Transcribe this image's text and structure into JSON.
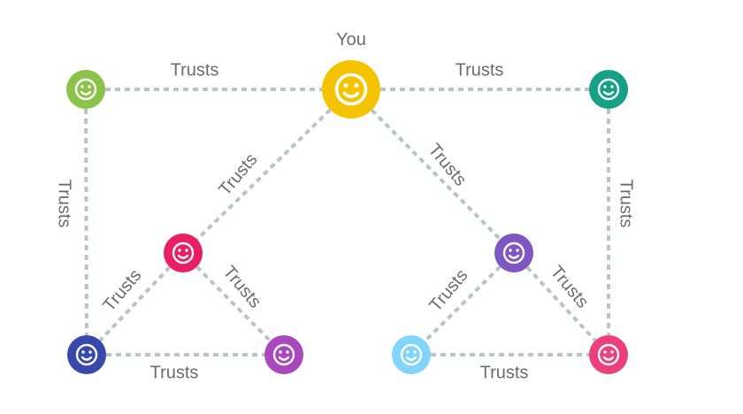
{
  "you_label": "You",
  "edge_label": "Trusts",
  "nodes": [
    {
      "id": "you",
      "color": "#f5c400",
      "icon": "smiley-face-icon"
    },
    {
      "id": "top-left",
      "color": "#8bc34a",
      "icon": "smiley-face-icon"
    },
    {
      "id": "top-right",
      "color": "#16a085",
      "icon": "smiley-face-icon"
    },
    {
      "id": "mid-left",
      "color": "#e91e63",
      "icon": "smiley-face-icon"
    },
    {
      "id": "mid-right",
      "color": "#7e57c2",
      "icon": "smiley-face-icon"
    },
    {
      "id": "bottom-left-1",
      "color": "#3949ab",
      "icon": "smiley-face-icon"
    },
    {
      "id": "bottom-left-2",
      "color": "#ab47bc",
      "icon": "smiley-face-icon"
    },
    {
      "id": "bottom-right-1",
      "color": "#81d4fa",
      "icon": "smiley-face-icon"
    },
    {
      "id": "bottom-right-2",
      "color": "#ec407a",
      "icon": "smiley-face-icon"
    }
  ],
  "edges": [
    {
      "from": "top-left",
      "to": "you",
      "label": "Trusts"
    },
    {
      "from": "you",
      "to": "top-right",
      "label": "Trusts"
    },
    {
      "from": "top-left",
      "to": "bottom-left-1",
      "label": "Trusts"
    },
    {
      "from": "top-right",
      "to": "bottom-right-2",
      "label": "Trusts"
    },
    {
      "from": "you",
      "to": "mid-left",
      "label": "Trusts"
    },
    {
      "from": "you",
      "to": "mid-right",
      "label": "Trusts"
    },
    {
      "from": "mid-left",
      "to": "bottom-left-1",
      "label": "Trusts"
    },
    {
      "from": "mid-left",
      "to": "bottom-left-2",
      "label": "Trusts"
    },
    {
      "from": "mid-right",
      "to": "bottom-right-1",
      "label": "Trusts"
    },
    {
      "from": "mid-right",
      "to": "bottom-right-2",
      "label": "Trusts"
    },
    {
      "from": "bottom-left-1",
      "to": "bottom-left-2",
      "label": "Trusts"
    },
    {
      "from": "bottom-right-1",
      "to": "bottom-right-2",
      "label": "Trusts"
    }
  ]
}
